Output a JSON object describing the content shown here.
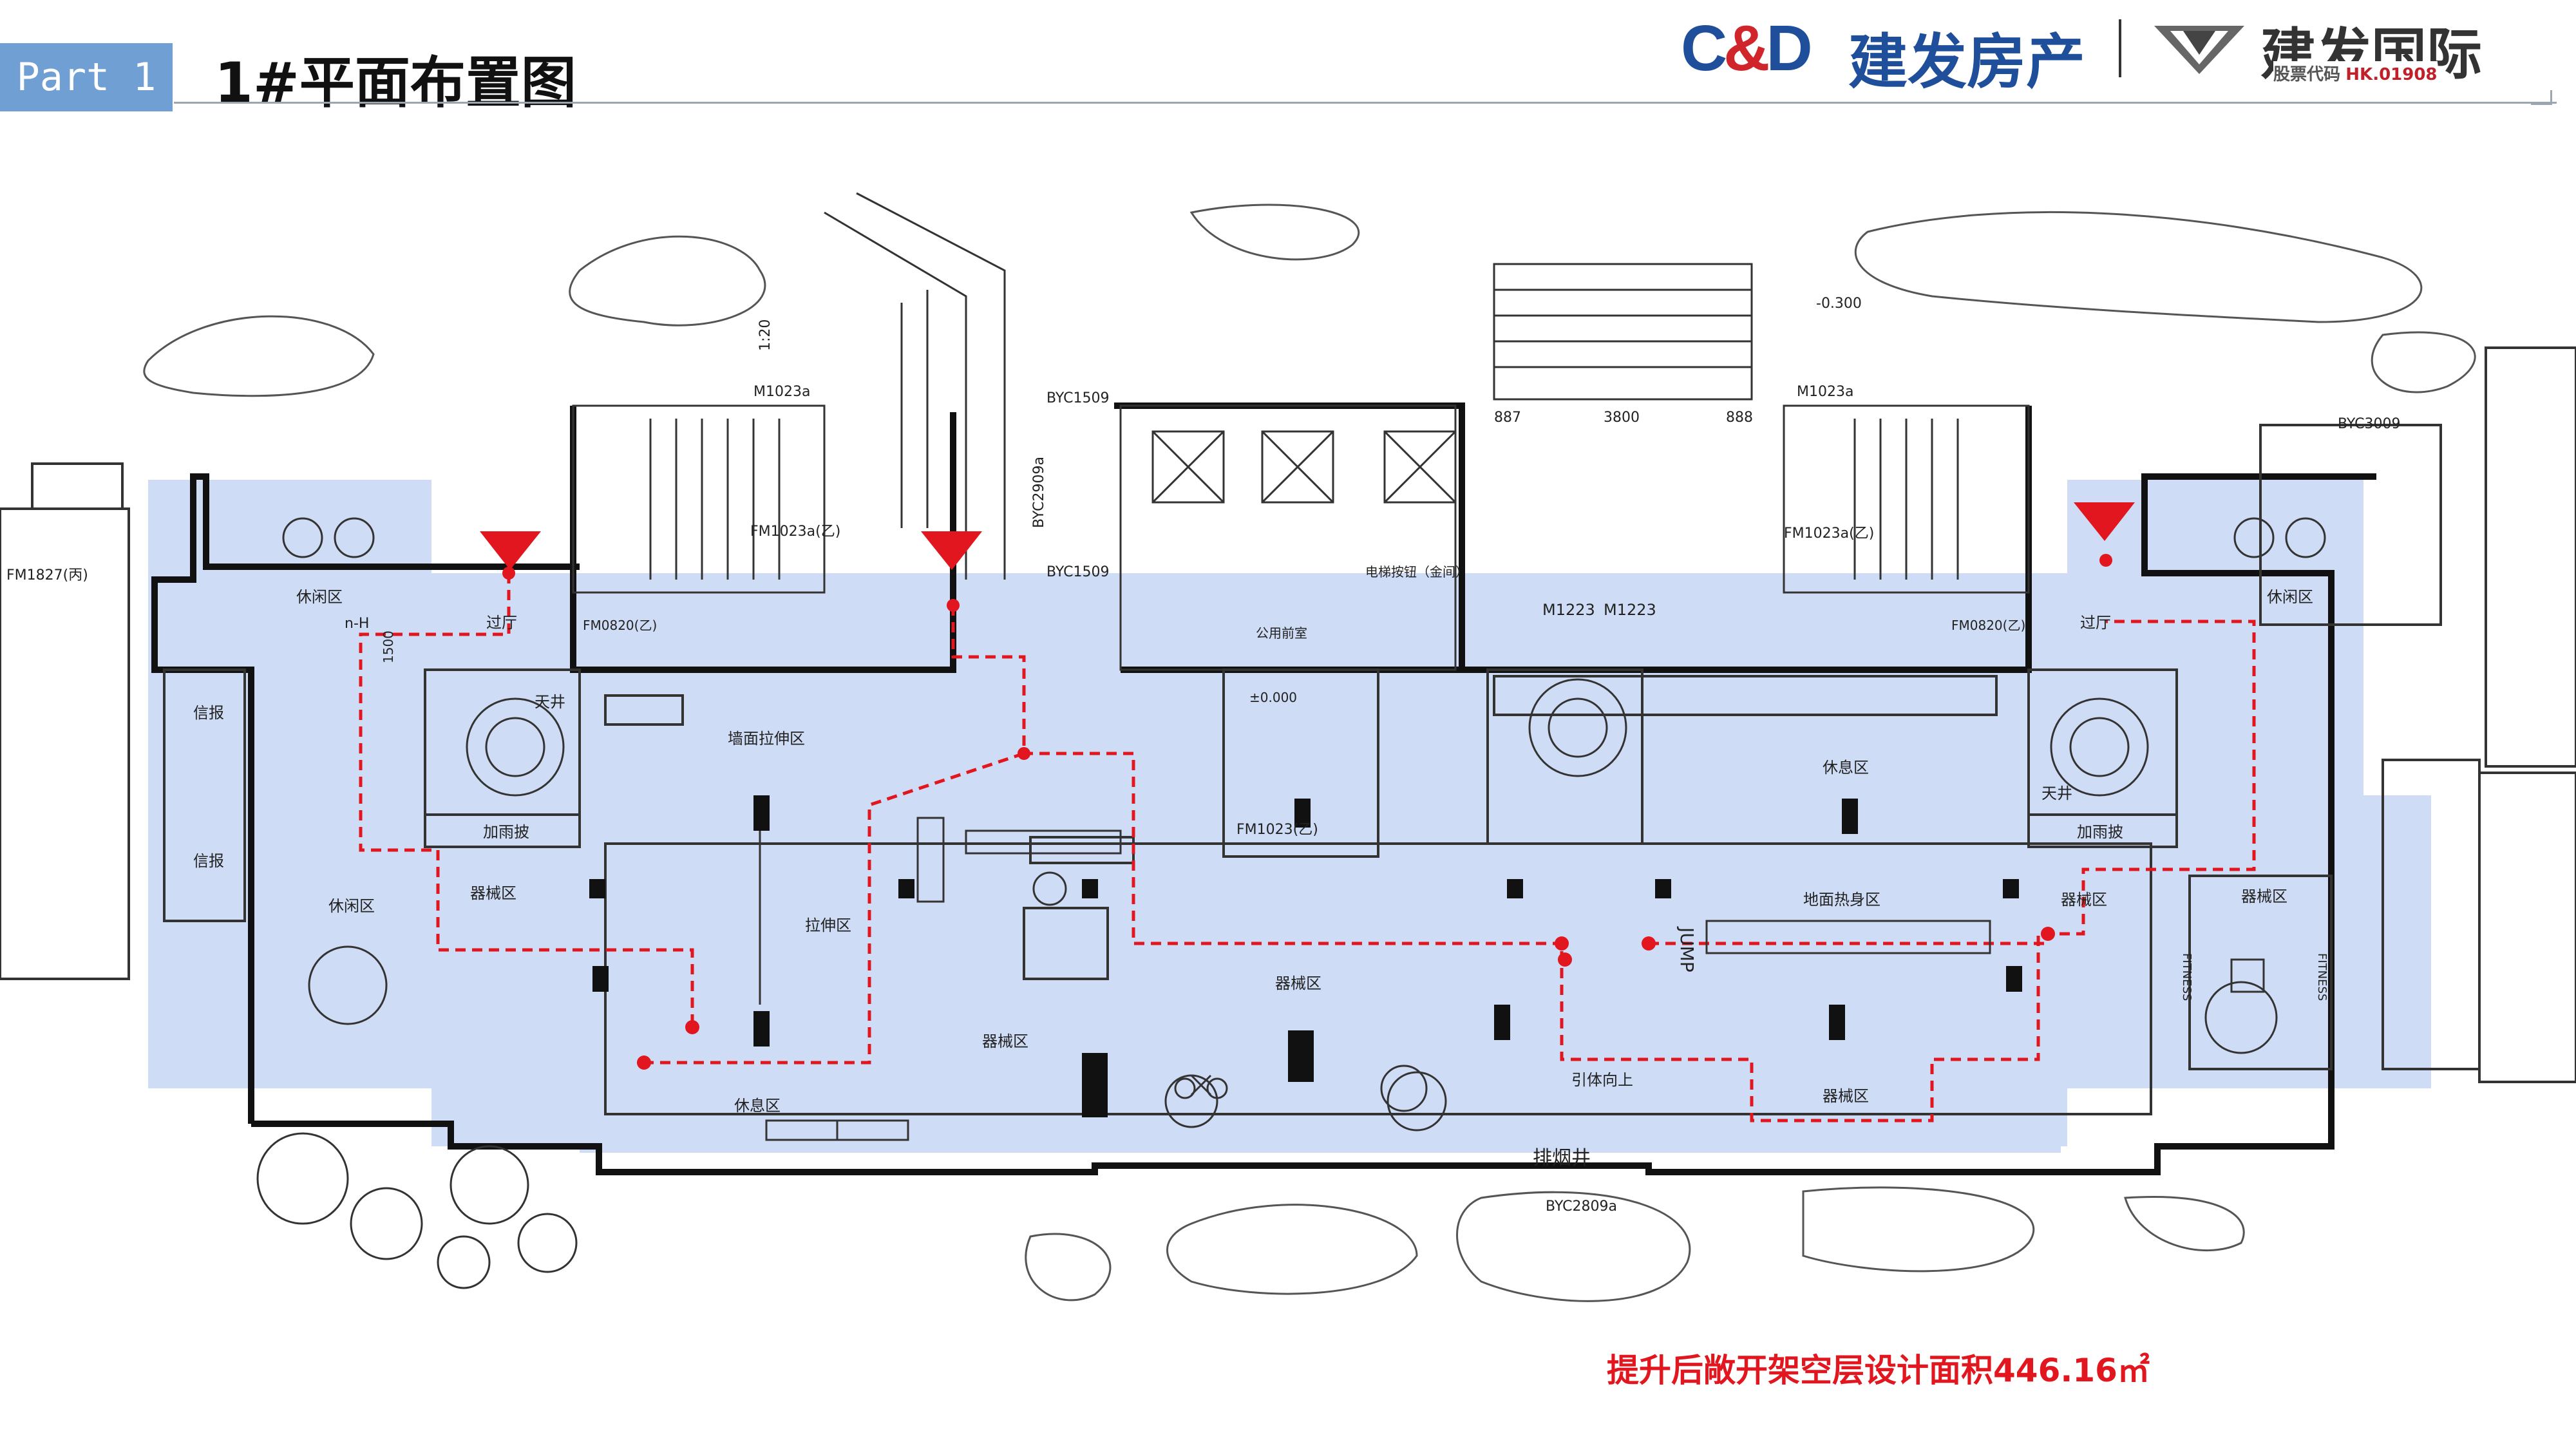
{
  "header": {
    "part_tag": "Part 1",
    "title": "1#平面布置图",
    "logo_cd": {
      "c": "C",
      "amp": "&",
      "d": "D"
    },
    "logo_cd_name": "建发房产",
    "logo_intl_name": "建发国际",
    "stock_label": "股票代码",
    "stock_code": "HK.01908"
  },
  "plan_labels": {
    "rest_left_top": "休闲区",
    "rest_left_bottom": "休闲区",
    "rest_right_top": "休闲区",
    "lobby_left": "过厅",
    "lobby_right": "过厅",
    "courtyard_left": "天井",
    "courtyard_right": "天井",
    "canopy_left": "加雨披",
    "canopy_right": "加雨披",
    "mail_1": "信报",
    "mail_2": "信报",
    "wall_stretch": "墙面拉伸区",
    "stretch": "拉伸区",
    "equip_1": "器械区",
    "equip_2": "器械区",
    "equip_3": "器械区",
    "equip_4": "器械区",
    "equip_5": "器械区",
    "equip_6": "器械区",
    "rest_mid": "休息区",
    "rest_bottom": "休息区",
    "floor_warmup": "地面热身区",
    "pullup": "引体向上",
    "smoke_shaft": "排烟井",
    "jump": "JUMP",
    "fitness_l": "FITNESS",
    "fitness_r": "FITNESS",
    "fm1827": "FM1827(丙)",
    "m1223_a": "M1223",
    "m1223_b": "M1223",
    "fm1023_top_l": "M1023a",
    "fm1023_top_r": "M1023a",
    "fm1023_mid_l": "FM1023a(乙)",
    "fm1023_mid_r": "FM1023a(乙)",
    "fm1023_core": "FM1023(乙)",
    "fm0820_l": "FM0820(乙)",
    "fm0820_r": "FM0820(乙)",
    "byc1509_a": "BYC1509",
    "byc1509_b": "BYC1509",
    "byc2909": "BYC2909a",
    "byc3009": "BYC3009",
    "byc2809": "BYC2809a",
    "dim_887": "887",
    "dim_3800": "3800",
    "dim_888": "888",
    "elev": "-0.300",
    "elevator_hall": "公用前室",
    "elevator_machine": "电梯按钮（金间）",
    "level": "±0.000",
    "dim_1500": "1500",
    "nh": "n-H",
    "slope": "1:20"
  },
  "area_note": "提升后敞开架空层设计面积446.16㎡",
  "colors": {
    "tag_bg": "#6f9fd3",
    "floor_fill": "#cfdcf5",
    "route": "#e2161f",
    "brand_blue": "#1f4e9a",
    "brand_red": "#d0252b"
  }
}
